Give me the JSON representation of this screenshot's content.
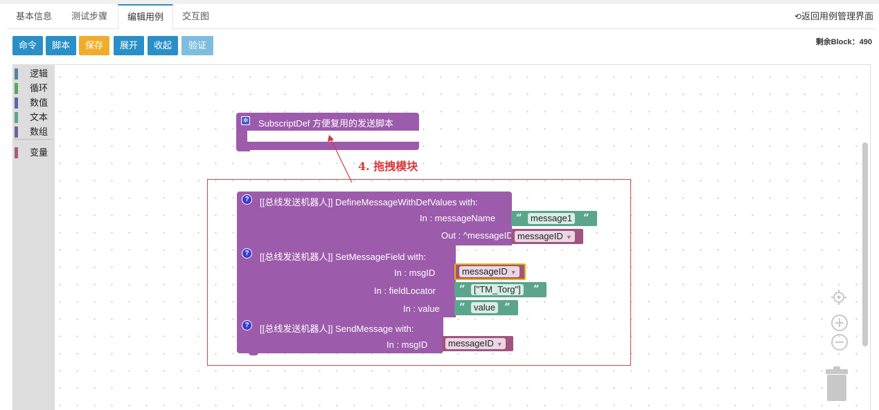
{
  "tabs": [
    {
      "label": "基本信息",
      "active": false
    },
    {
      "label": "测试步骤",
      "active": false
    },
    {
      "label": "编辑用例",
      "active": true
    },
    {
      "label": "交互图",
      "active": false
    }
  ],
  "back_link": {
    "icon": "back-icon",
    "label": "返回用例管理界面"
  },
  "toolbar": {
    "buttons": [
      {
        "label": "命令",
        "color": "#2a8fc6"
      },
      {
        "label": "脚本",
        "color": "#2a8fc6"
      },
      {
        "label": "保存",
        "color": "#f0ad2c"
      },
      {
        "label": "展开",
        "color": "#2a8fc6"
      },
      {
        "label": "收起",
        "color": "#2a8fc6"
      },
      {
        "label": "验证",
        "color": "#7fbde0"
      }
    ],
    "blocks_remaining": "剩余Block：490"
  },
  "toolbox": {
    "categories": [
      {
        "label": "逻辑",
        "color": "#5b80a5"
      },
      {
        "label": "循环",
        "color": "#5ba55b"
      },
      {
        "label": "数值",
        "color": "#5b67a5"
      },
      {
        "label": "文本",
        "color": "#5ba58c"
      },
      {
        "label": "数组",
        "color": "#745ba5"
      },
      {
        "label": "变量",
        "color": "#a55b80"
      }
    ]
  },
  "workspace": {
    "subscript_block": {
      "icon": "gear-icon",
      "label": "SubscriptDef  方便复用的发送脚本"
    },
    "annotation": "4. 拖拽模块",
    "blocks": [
      {
        "title": "[[总线发送机器人]]  DefineMessageWithDefValues  with:",
        "params": [
          {
            "label": "In : messageName",
            "type": "string",
            "value": "message1"
          },
          {
            "label": "Out : ^messageID",
            "type": "variable",
            "value": "messageID"
          }
        ]
      },
      {
        "title": "[[总线发送机器人]]  SetMessageField  with:",
        "params": [
          {
            "label": "In : msgID",
            "type": "variable",
            "value": "messageID"
          },
          {
            "label": "In : fieldLocator",
            "type": "string",
            "value": "[\"TM_Torg\"]"
          },
          {
            "label": "In : value",
            "type": "string",
            "value": "value"
          }
        ]
      },
      {
        "title": "[[总线发送机器人]]  SendMessage  with:",
        "params": [
          {
            "label": "In : msgID",
            "type": "variable",
            "value": "messageID"
          }
        ]
      }
    ],
    "controls": [
      "center-icon",
      "zoom-in-icon",
      "zoom-out-icon",
      "trash-icon"
    ],
    "help_icon": "?"
  },
  "colors": {
    "accent": "#2a8fc6",
    "save": "#f0ad2c",
    "procedure": "#9c5bab",
    "text": "#5ba58c",
    "variable": "#a05580",
    "highlight": "#f0b000",
    "annotation": "#d83838"
  }
}
